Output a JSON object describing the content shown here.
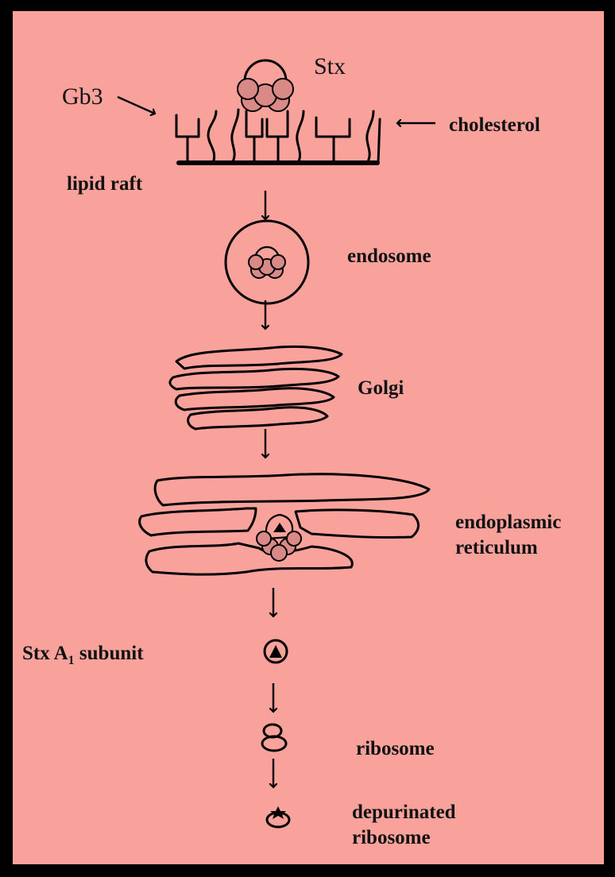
{
  "diagram": {
    "labels": {
      "stx": "Stx",
      "gb3": "Gb3",
      "cholesterol": "cholesterol",
      "lipid_raft": "lipid raft",
      "endosome": "endosome",
      "golgi": "Golgi",
      "er_line1": "endoplasmic",
      "er_line2": "reticulum",
      "stx_a1_prefix": "Stx A",
      "stx_a1_sub": "1",
      "stx_a1_suffix": " subunit",
      "ribosome": "ribosome",
      "dep_line1": "depurinated",
      "dep_line2": "ribosome"
    },
    "colors": {
      "background": "#f9a29c",
      "frame": "#000000",
      "toxin_subunit": "#d98a86",
      "ink": "#000000"
    }
  }
}
